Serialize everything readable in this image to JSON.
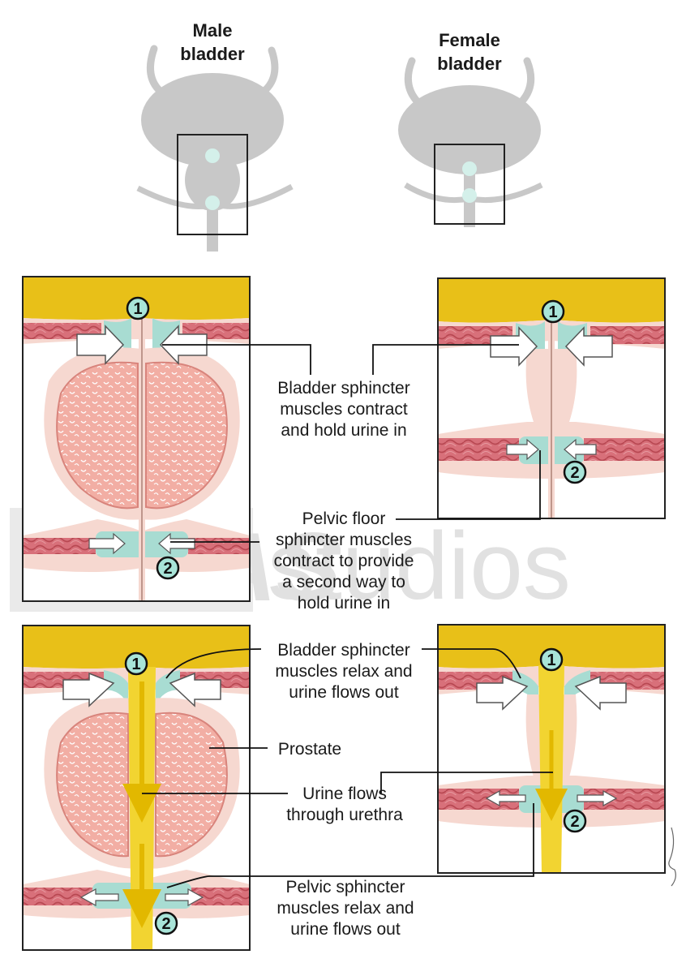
{
  "titles": {
    "male": [
      "Male",
      "bladder"
    ],
    "female": [
      "Female",
      "bladder"
    ]
  },
  "markers": {
    "one": "1",
    "two": "2"
  },
  "labels": {
    "contract": [
      "Bladder sphincter",
      "muscles contract",
      "and hold urine in"
    ],
    "pelvic_contract": [
      "Pelvic floor",
      "sphincter muscles",
      "contract to provide",
      "a second way to",
      "hold urine in"
    ],
    "relax": [
      "Bladder sphincter",
      "muscles relax and",
      "urine flows out"
    ],
    "prostate": [
      "Prostate"
    ],
    "urethra": [
      "Urine flows",
      "through urethra"
    ],
    "pelvic_relax": [
      "Pelvic sphincter",
      "muscles relax and",
      "urine flows out"
    ]
  },
  "watermark": {
    "brand": "ATLAS",
    "word": "studios"
  },
  "colors": {
    "bladder_gray": "#c8c8c8",
    "fat_yellow": "#e8c018",
    "muscle_red": "#d4626a",
    "tissue_pink": "#f6d8d0",
    "sphincter_teal": "#a8dcd2",
    "prostate_pink": "#f0a8a0",
    "urine_yellow": "#f2d431"
  }
}
